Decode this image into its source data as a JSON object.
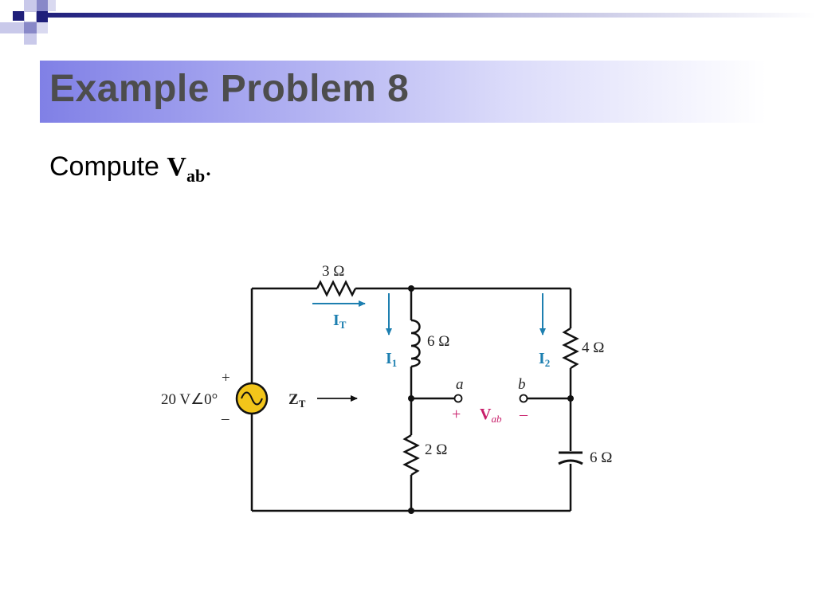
{
  "slide": {
    "title": "Example Problem 8",
    "body_prefix": "Compute ",
    "body_var": "V",
    "body_sub": "ab",
    "body_suffix": "."
  },
  "circuit": {
    "r_top": "3 Ω",
    "inductor": "6 Ω",
    "r_mid_left": "2 Ω",
    "r_right": "4 Ω",
    "capacitor": "6 Ω",
    "source_value": "20 V∠0°",
    "source_plus": "+",
    "source_minus": "–",
    "zt_main": "Z",
    "zt_sub": "T",
    "it_main": "I",
    "it_sub": "T",
    "i1_main": "I",
    "i1_sub": "1",
    "i2_main": "I",
    "i2_sub": "2",
    "node_a": "a",
    "node_b": "b",
    "vab_plus": "+",
    "vab_minus": "–",
    "vab_main": "V",
    "vab_sub": "ab"
  },
  "colors": {
    "current_arrow": "#1d7fb0",
    "vab_label": "#c81e6a",
    "source_fill": "#f2c51a",
    "title_band_start": "#8080e6",
    "title_text": "#4d4d4d"
  }
}
